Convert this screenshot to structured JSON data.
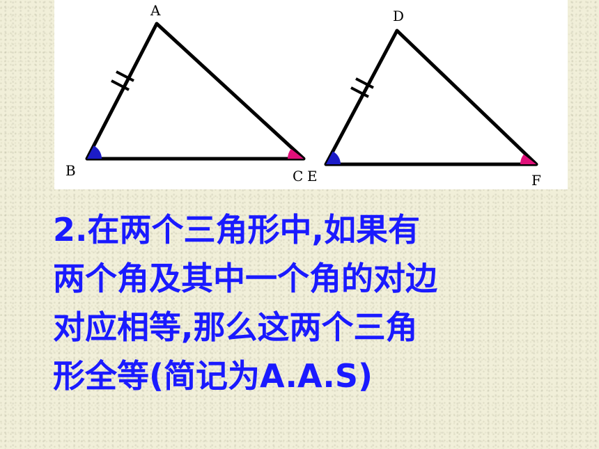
{
  "diagram": {
    "triangle_abc": {
      "vertices": {
        "top": "A",
        "left": "B",
        "right": "C"
      }
    },
    "triangle_def": {
      "vertices": {
        "top": "D",
        "left": "E",
        "right": "F"
      }
    },
    "colors": {
      "angle_mark_1": "#1c1cc8",
      "angle_mark_2": "#e0107a",
      "line": "#000000",
      "panel": "#ffffff"
    }
  },
  "theorem": {
    "lines": [
      "2.在两个三角形中,如果有",
      "两个角及其中一个角的对边",
      "对应相等,那么这两个三角",
      "形全等(简记为A.A.S)"
    ],
    "color": "#1a1aff"
  }
}
